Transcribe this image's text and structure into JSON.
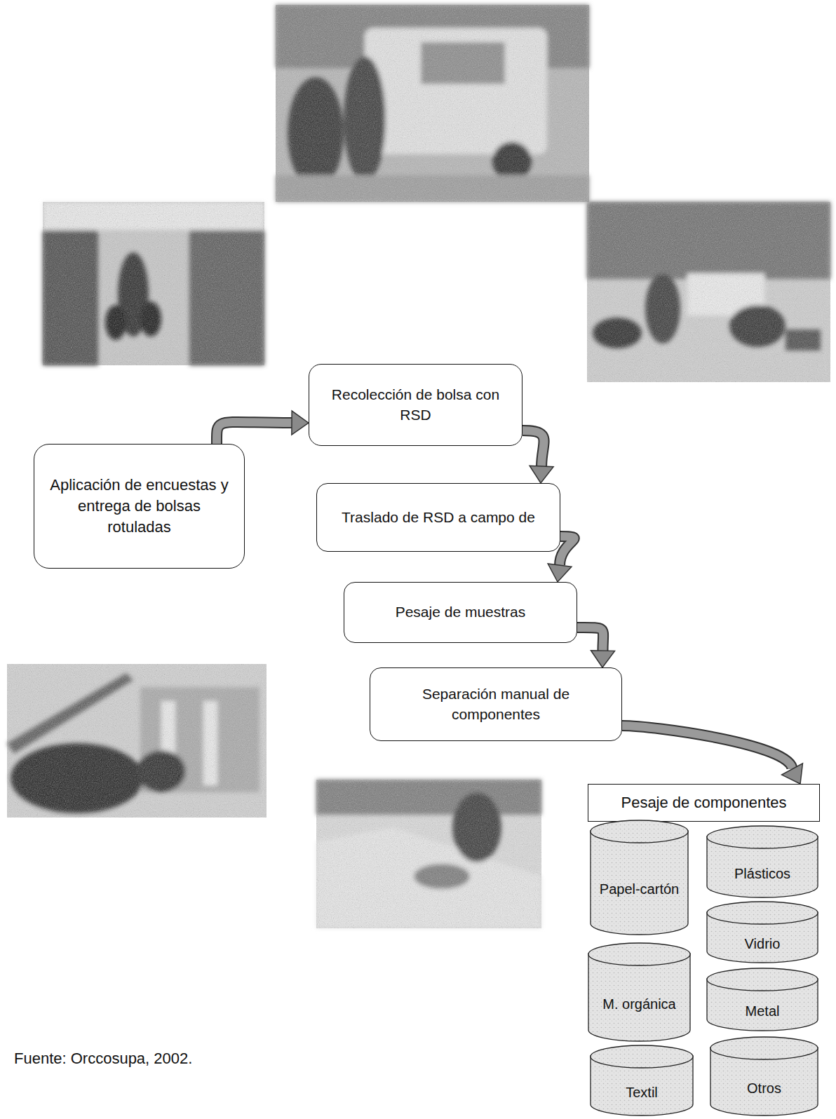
{
  "diagram": {
    "caption": "Fuente: Orccosupa, 2002.",
    "nodes": [
      {
        "text": [
          "Aplicación de encuestas y entrega de bolsas rotuladas"
        ]
      },
      {
        "text": [
          "Recolección de bolsa con RSD"
        ]
      },
      {
        "text": [
          "Traslado de RSD a campo de"
        ]
      },
      {
        "text": [
          "Pesaje de muestras"
        ]
      },
      {
        "text": [
          "Separación manual de componentes"
        ]
      },
      {
        "text": [
          "Pesaje de componentes"
        ]
      },
      {
        "text": [
          "Papel-cartón"
        ]
      },
      {
        "text": [
          "Plásticos"
        ]
      },
      {
        "text": [
          "Vidrio"
        ]
      },
      {
        "text": [
          "M. orgánica"
        ]
      },
      {
        "text": [
          "Metal"
        ]
      },
      {
        "text": [
          "Textil"
        ]
      },
      {
        "text": [
          "Otros"
        ]
      }
    ],
    "edges": [
      {
        "from": 0,
        "to": 1,
        "arrow": "to"
      },
      {
        "from": 1,
        "to": 2,
        "arrow": "to"
      },
      {
        "from": 2,
        "to": 3,
        "arrow": "to"
      },
      {
        "from": 3,
        "to": 4,
        "arrow": "to"
      },
      {
        "from": 4,
        "to": 5,
        "arrow": "to"
      }
    ]
  }
}
